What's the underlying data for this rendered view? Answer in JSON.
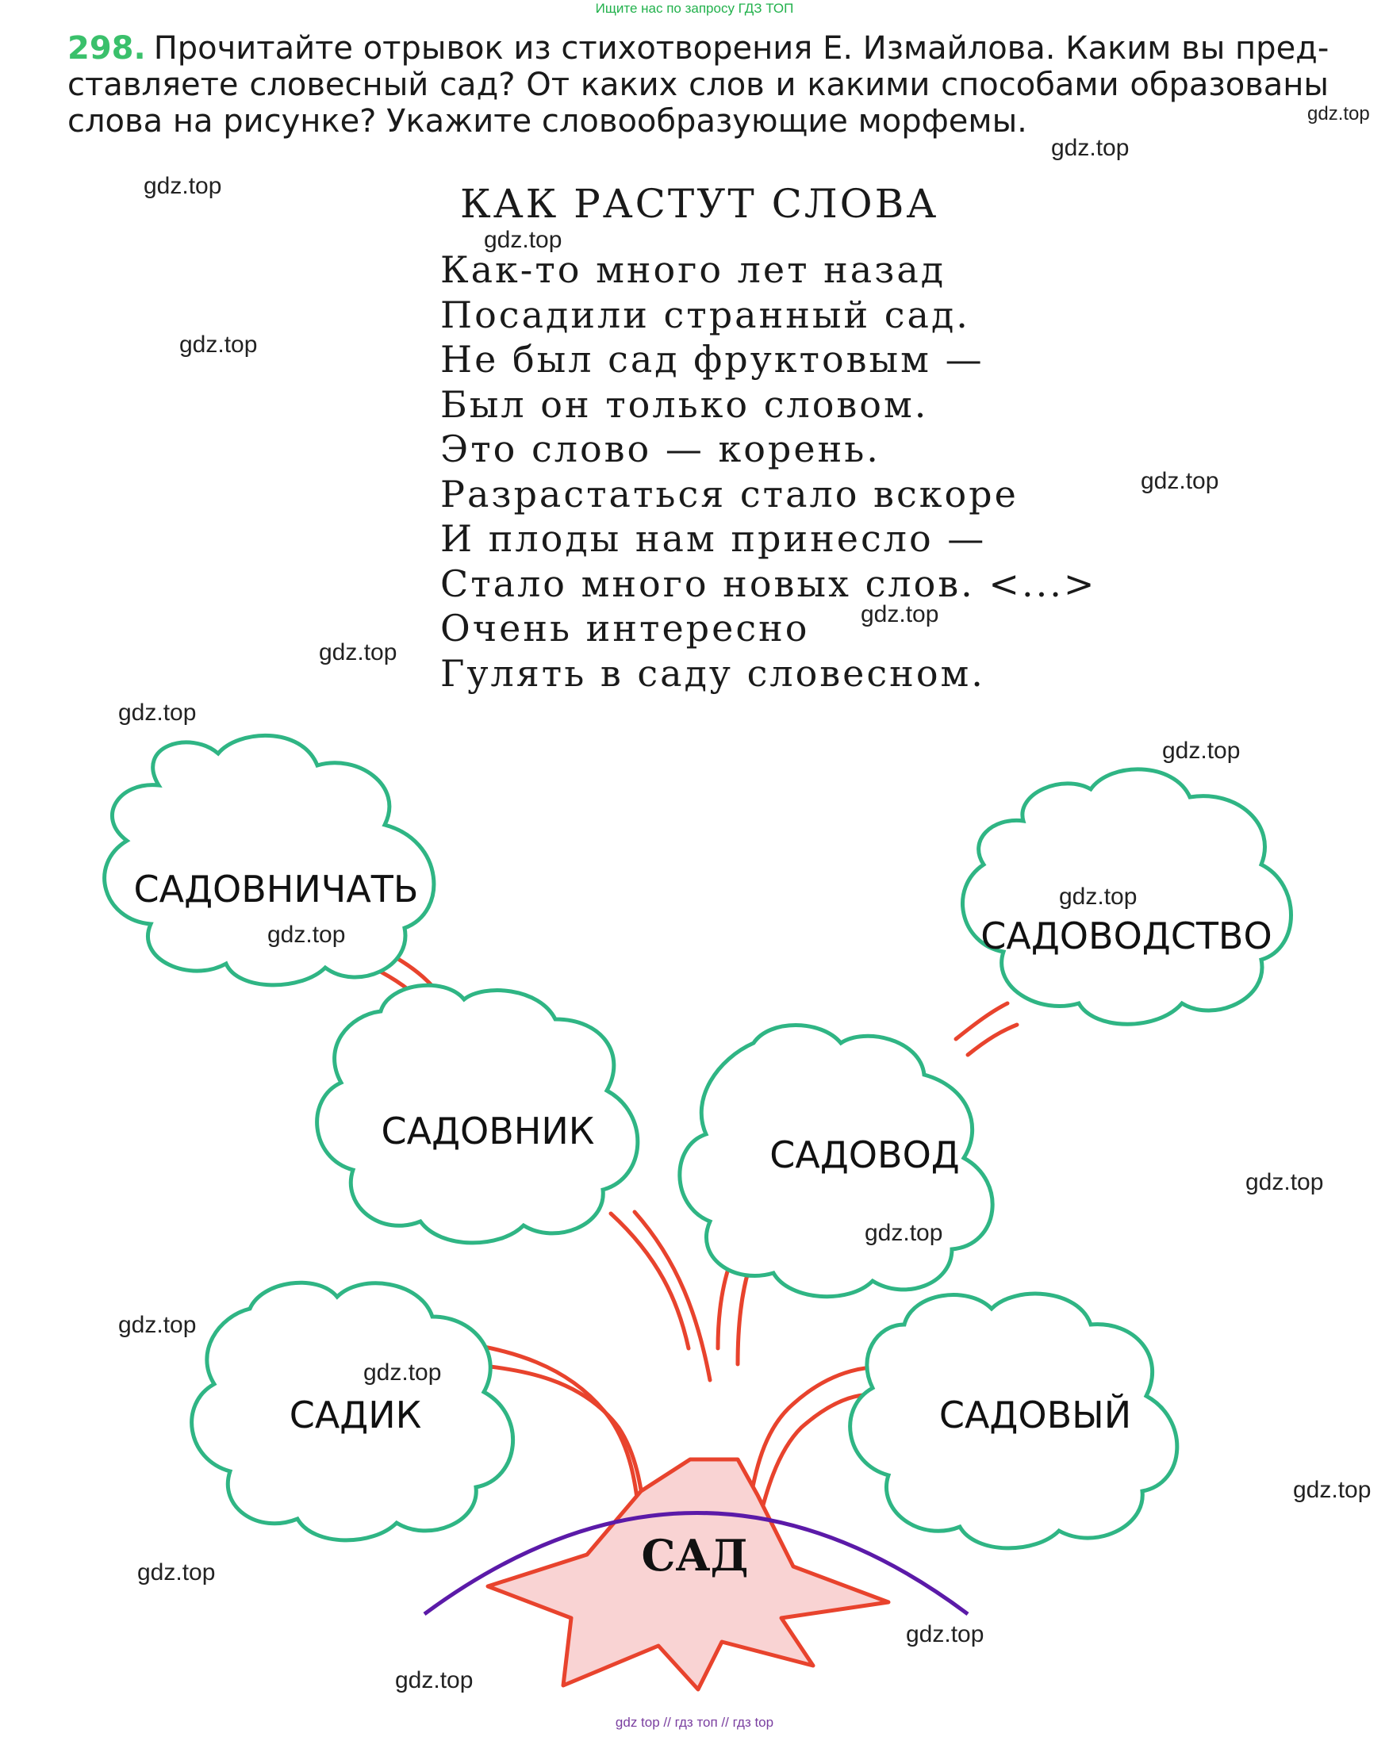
{
  "banner_top": "Ищите нас по запросу ГДЗ ТОП",
  "banner_bottom": "gdz top  //  гдз топ  //  гдз top",
  "task": {
    "number": "298.",
    "lines": [
      "Прочитайте отрывок из стихотворения Е. Измайлова. Каким вы пред-",
      "ставляете словесный сад? От каких слов и какими способами образованы",
      "слова на рисунке? Укажите словообразующие морфемы."
    ]
  },
  "poem": {
    "title": "КАК РАСТУТ СЛОВА",
    "lines": [
      "Как-то много лет назад",
      "Посадили странный сад.",
      "Не был сад фруктовым —",
      "Был он только словом.",
      "Это слово — корень.",
      "Разрастаться стало вскоре",
      "И плоды нам принесло —",
      "Стало много новых слов. <...>",
      "Очень интересно",
      "Гулять в саду словесном."
    ]
  },
  "tree": {
    "root": "САД",
    "clouds": {
      "sadovnichat": "САДОВНИЧАТЬ",
      "sadovodstvo": "САДОВОДСТВО",
      "sadovnik": "САДОВНИК",
      "sadovod": "САДОВОД",
      "sadik": "САДИК",
      "sadovy": "САДОВЫЙ"
    }
  },
  "watermark": "gdz.top",
  "colors": {
    "cloud_outline": "#2fb584",
    "cloud_fill": "#ffffff",
    "branch": "#e8432d",
    "root_fill": "#f9d3d3",
    "arc": "#5b1aa8",
    "task_number": "#3ac06b",
    "banner_top": "#22b14c"
  }
}
